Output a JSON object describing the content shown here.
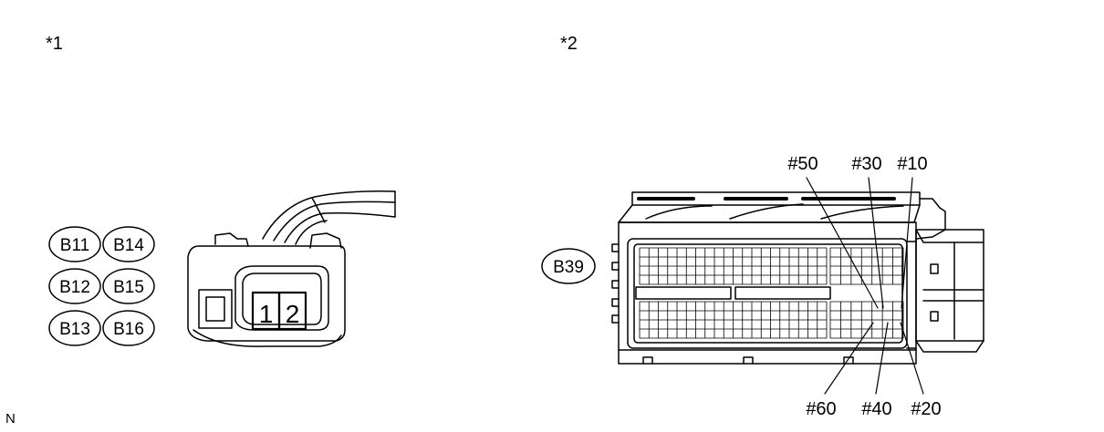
{
  "figure_1": {
    "marker": "*1",
    "connector_codes": [
      "B11",
      "B14",
      "B12",
      "B15",
      "B13",
      "B16"
    ],
    "pins": [
      "1",
      "2"
    ]
  },
  "figure_2": {
    "marker": "*2",
    "connector_code": "B39",
    "pin_labels_top": [
      "#50",
      "#30",
      "#10"
    ],
    "pin_labels_bottom": [
      "#60",
      "#40",
      "#20"
    ]
  },
  "footer_code": "N"
}
